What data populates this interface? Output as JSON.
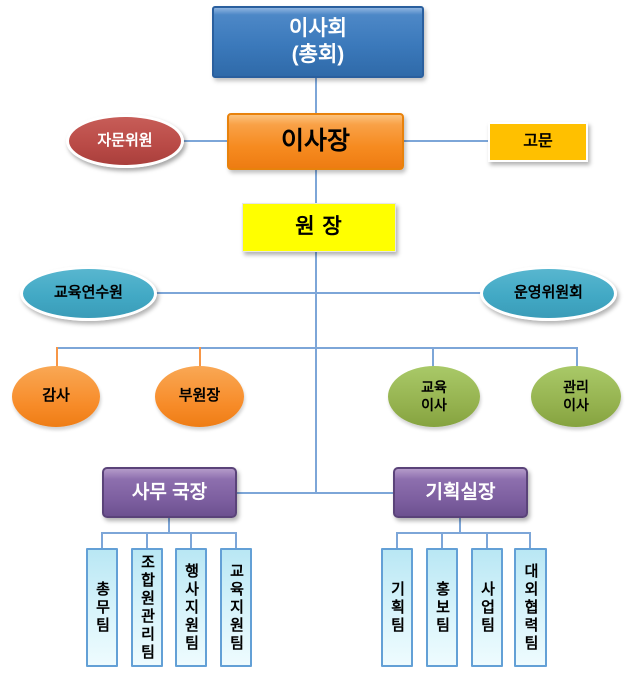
{
  "palette": {
    "connector_blue": "#7DA6D8",
    "connector_orange": "#F79646",
    "board_blue": "#3B79BB",
    "chairman_orange": "#F68B20",
    "advisor_gold": "#FFC000",
    "director_yellow": "#FFFF00",
    "advisory_red": "#B94A46",
    "committee_teal": "#42A9C5",
    "officer_orange": "#F78B28",
    "director_green": "#94B14E",
    "head_purple": "#7B5D9E",
    "team_cyan": "#C9EFF8"
  },
  "nodes": {
    "board": {
      "label": "이사회\n(총회)"
    },
    "advisory_committee": {
      "label": "자문위원"
    },
    "chairman": {
      "label": "이사장"
    },
    "advisor": {
      "label": "고문"
    },
    "director": {
      "label": "원 장"
    },
    "training_center": {
      "label": "교육연수원"
    },
    "steering_committee": {
      "label": "운영위원회"
    },
    "auditor": {
      "label": "감사"
    },
    "vice_director": {
      "label": "부원장"
    },
    "education_director": {
      "label": "교육\n이사"
    },
    "management_director": {
      "label": "관리\n이사"
    },
    "secretary_general": {
      "label": "사무 국장"
    },
    "planning_head": {
      "label": "기획실장"
    },
    "admin_teams": [
      "총무팀",
      "조합원관리팀",
      "행사지원팀",
      "교육지원팀"
    ],
    "planning_teams": [
      "기획팀",
      "홍보팀",
      "사업팀",
      "대외협력팀"
    ]
  }
}
